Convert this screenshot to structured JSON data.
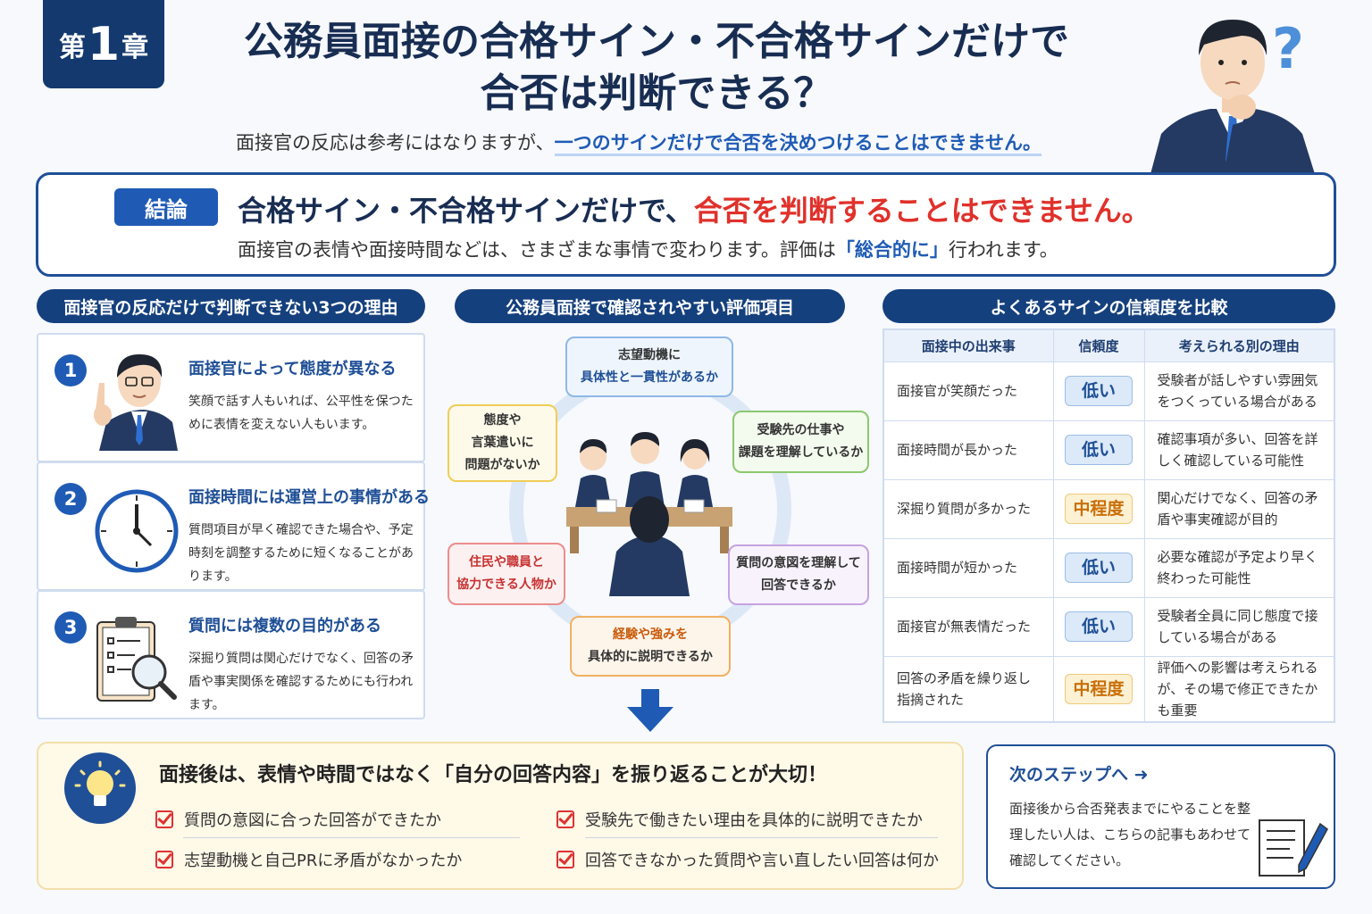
{
  "chapter": {
    "prefix": "第",
    "number": "1",
    "suffix": "章"
  },
  "title": {
    "line1": "公務員面接の合格サイン・不合格サインだけで",
    "line2": "合否は判断できる？"
  },
  "subtitle": {
    "plain": "面接官の反応は参考にはなりますが、",
    "highlight": "一つのサインだけで合否を決めつけることはできません。"
  },
  "conclusion": {
    "label": "結論",
    "heading_plain": "合格サイン・不合格サインだけで、",
    "heading_red": "合否を判断することはできません。",
    "sub_pre": "面接官の表情や面接時間などは、さまざまな事情で変わります。評価は",
    "sub_bold": "「総合的に」",
    "sub_post": "行われます。"
  },
  "reasons": {
    "header": "面接官の反応だけで判断できない3つの理由",
    "items": [
      {
        "num": "1",
        "title": "面接官によって態度が異なる",
        "body": "笑顔で話す人もいれば、公平性を保つために表情を変えない人もいます。",
        "icon": "interviewer-man-icon"
      },
      {
        "num": "2",
        "title": "面接時間には運営上の事情がある",
        "body": "質問項目が早く確認できた場合や、予定時刻を調整するために短くなることがあります。",
        "icon": "clock-icon"
      },
      {
        "num": "3",
        "title": "質問には複数の目的がある",
        "body": "深掘り質問は関心だけでなく、回答の矛盾や事実関係を確認するためにも行われます。",
        "icon": "clipboard-magnifier-icon"
      }
    ]
  },
  "evaluation": {
    "header": "公務員面接で確認されやすい評価項目",
    "items": [
      {
        "l1": "志望動機に",
        "l2": "具体性と一貫性があるか"
      },
      {
        "l1": "受験先の仕事や",
        "l2": "課題を理解しているか"
      },
      {
        "l1": "質問の意図を理解して",
        "l2": "回答できるか"
      },
      {
        "l1": "経験や強みを",
        "l2": "具体的に説明できるか"
      },
      {
        "l1": "住民や職員と",
        "l2": "協力できる人物か"
      },
      {
        "l1": "態度や",
        "l2": "言葉遣いに",
        "l3": "問題がないか"
      }
    ],
    "colors": {
      "blue": "#8fb8e8",
      "green": "#8cc86e",
      "purple": "#c6a3e0",
      "orange": "#f2b061",
      "red": "#ec8d8d",
      "yellow": "#f0cd58"
    }
  },
  "comparison": {
    "header": "よくあるサインの信頼度を比較",
    "columns": [
      "面接中の出来事",
      "信頼度",
      "考えられる別の理由"
    ],
    "rows": [
      {
        "event": "面接官が笑顔だった",
        "level": "低い",
        "type": "low",
        "reason": "受験者が話しやすい雰囲気をつくっている場合がある"
      },
      {
        "event": "面接時間が長かった",
        "level": "低い",
        "type": "low",
        "reason": "確認事項が多い、回答を詳しく確認している可能性"
      },
      {
        "event": "深掘り質問が多かった",
        "level": "中程度",
        "type": "mid",
        "reason": "関心だけでなく、回答の矛盾や事実確認が目的"
      },
      {
        "event": "面接時間が短かった",
        "level": "低い",
        "type": "low",
        "reason": "必要な確認が予定より早く終わった可能性"
      },
      {
        "event": "面接官が無表情だった",
        "level": "低い",
        "type": "low",
        "reason": "受験者全員に同じ態度で接している場合がある"
      },
      {
        "event": "回答の矛盾を繰り返し指摘された",
        "level": "中程度",
        "type": "mid",
        "reason": "評価への影響は考えられるが、その場で修正できたかも重要"
      }
    ]
  },
  "tip": {
    "heading": "面接後は、表情や時間ではなく「自分の回答内容」を振り返ることが大切！",
    "checks": [
      "質問の意図に合った回答ができたか",
      "受験先で働きたい理由を具体的に説明できたか",
      "志望動機と自己PRに矛盾がなかったか",
      "回答できなかった質問や言い直したい回答は何か"
    ]
  },
  "next": {
    "heading": "次のステップへ ➜",
    "body": "面接後から合否発表までにやることを整理したい人は、こちらの記事もあわせて確認してください。"
  }
}
